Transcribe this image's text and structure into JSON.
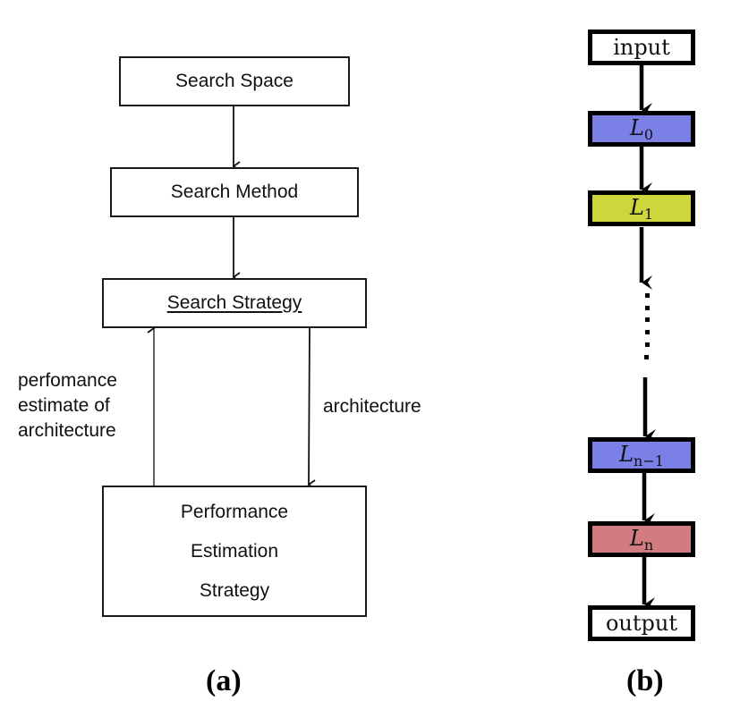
{
  "panel_a": {
    "caption": "(a)",
    "boxes": {
      "search_space": "Search Space",
      "search_method": "Search Method",
      "search_strategy": "Search Strategy",
      "performance_estimation": [
        "Performance",
        "Estimation",
        "Strategy"
      ]
    },
    "edge_labels": {
      "feedback": [
        "perfomance",
        "estimate of",
        "architecture"
      ],
      "architecture": "architecture"
    }
  },
  "panel_b": {
    "caption": "(b)",
    "layers": [
      {
        "id": "input",
        "text": "input",
        "color": "#ffffff"
      },
      {
        "id": "L0",
        "base": "L",
        "sub": "0",
        "color": "#7b80e6"
      },
      {
        "id": "L1",
        "base": "L",
        "sub": "1",
        "color": "#cdd63a"
      },
      {
        "id": "Ln-1",
        "base": "L",
        "sub": "n−1",
        "color": "#7b80e6"
      },
      {
        "id": "Ln",
        "base": "L",
        "sub": "n",
        "color": "#d07c80"
      },
      {
        "id": "output",
        "text": "output",
        "color": "#ffffff"
      }
    ],
    "ellipsis": "⋮"
  }
}
